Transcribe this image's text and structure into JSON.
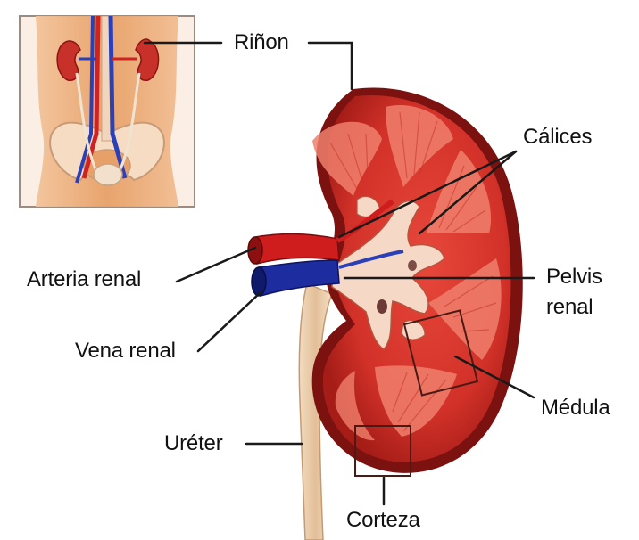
{
  "diagram": {
    "labels": {
      "rinon": "Riñon",
      "calices": "Cálices",
      "arteria_renal": "Arteria renal",
      "pelvis_renal_line1": "Pelvis",
      "pelvis_renal_line2": "renal",
      "vena_renal": "Vena renal",
      "medula": "Médula",
      "ureter": "Uréter",
      "corteza": "Corteza"
    },
    "colors": {
      "cortex": "#d8352b",
      "capsule_dark": "#8a1512",
      "medulla": "#f08c7a",
      "pelvis": "#f7d9c8",
      "artery": "#d01818",
      "vein": "#1c2aa8",
      "ureter": "#e8c9a8",
      "skin": "#e9a46f",
      "leader_line": "#1a1a1a"
    }
  }
}
